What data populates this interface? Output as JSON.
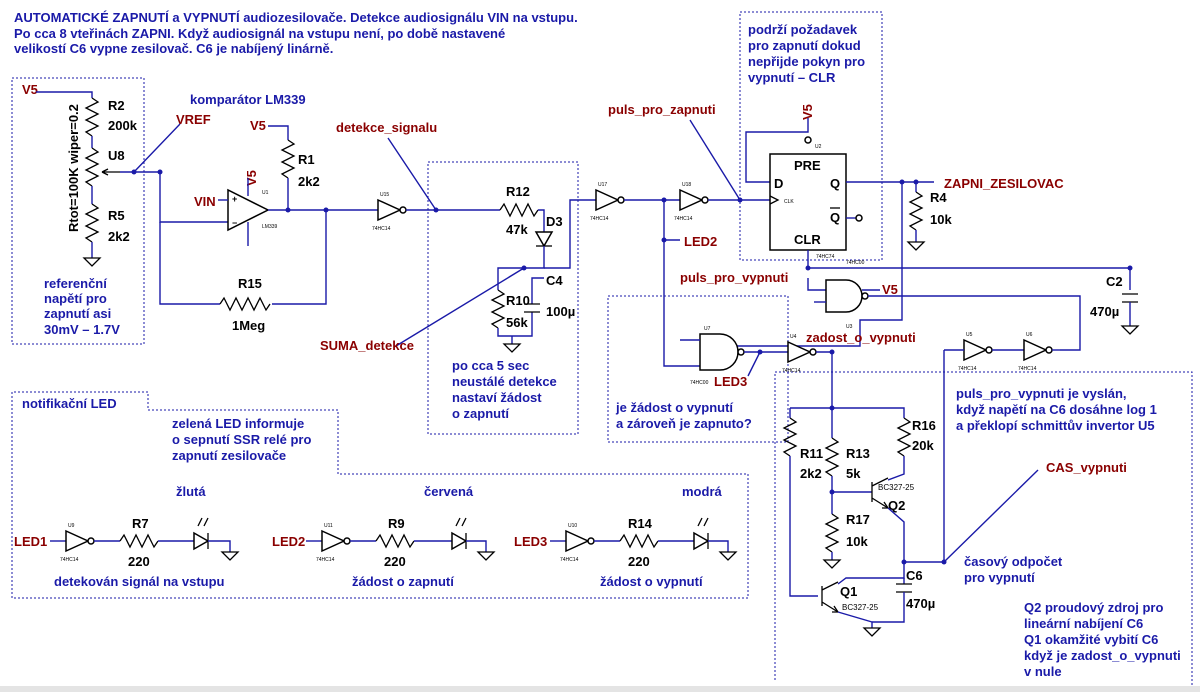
{
  "header": {
    "line1": "AUTOMATICKÉ ZAPNUTÍ a  VYPNUTÍ audiozesilovače. Detekce audiosignálu VIN na vstupu.",
    "line2": "Po cca 8 vteřinách ZAPNI. Když audiosignál na vstupu není, po době  nastavené",
    "line3": "velikostí C6 vypne zesilovač. C6 je nabíjený linárně."
  },
  "notes": {
    "komparator": "komparátor LM339",
    "ref1": "referenční",
    "ref2": "napětí pro",
    "ref3": "zapnutí asi",
    "ref4": "30mV – 1.7V",
    "podrzi1": "podrží požadavek",
    "podrzi2": "pro zapnutí dokud",
    "podrzi3": "nepřijde pokyn pro",
    "podrzi4": "vypnutí – CLR",
    "det1": "po cca 5 sec",
    "det2": "neustálé detekce",
    "det3": "nastaví žádost",
    "det4": "o zapnutí",
    "zad1": "je žádost o vypnutí",
    "zad2": "a zároveň je zapnuto?",
    "pv1": "puls_pro_vypnuti je vyslán,",
    "pv2": "když napětí na C6 dosáhne log 1",
    "pv3": "a překlopí schmittův invertor U5",
    "cas1": "časový odpočet",
    "cas2": "pro vypnutí",
    "q1": "Q2 proudový zdroj pro",
    "q2": "lineární nabíjení C6",
    "q3": "Q1 okamžité vybití C6",
    "q4": "když je zadost_o_vypnuti",
    "q5": "v nule",
    "notif": "notifikační LED",
    "zel1": "zelená LED informuje",
    "zel2": "o sepnutí SSR relé pro",
    "zel3": "zapnutí zesilovače",
    "zluta": "žlutá",
    "cervena": "červená",
    "modra": "modrá",
    "led1desc": "detekován signál na vstupu",
    "led2desc": "žádost o zapnutí",
    "led3desc": "žádost o vypnutí"
  },
  "nets": {
    "v5a": "V5",
    "v5b": "V5",
    "v5c": "V5",
    "v5d": "V5",
    "vref": "VREF",
    "vin": "VIN",
    "detekce": "detekce_signalu",
    "suma": "SUMA_detekce",
    "puls_zap": "puls_pro_zapnuti",
    "puls_vyp": "puls_pro_vypnuti",
    "zapni": "ZAPNI_ZESILOVAC",
    "led1": "LED1",
    "led2": "LED2",
    "led3": "LED3",
    "led2b": "LED2",
    "led3b": "LED3",
    "led1b": "LED1",
    "zadost": "zadost_o_vypnuti",
    "cas": "CAS_vypnuti"
  },
  "components": {
    "r2": "R2",
    "r2v": "200k",
    "u8": "U8",
    "rtot": "Rtot=100K wiper=0.2",
    "r5": "R5",
    "r5v": "2k2",
    "r1": "R1",
    "r1v": "2k2",
    "r15": "R15",
    "r15v": "1Meg",
    "r12": "R12",
    "r12v": "47k",
    "d3": "D3",
    "r10": "R10",
    "r10v": "56k",
    "c4": "C4",
    "c4v": "100µ",
    "r4": "R4",
    "r4v": "10k",
    "c2": "C2",
    "c2v": "470µ",
    "pre": "PRE",
    "clr": "CLR",
    "d": "D",
    "q": "Q",
    "qbar": "Q",
    "r11": "R11",
    "r11v": "2k2",
    "r13": "R13",
    "r13v": "5k",
    "r16": "R16",
    "r16v": "20k",
    "r17": "R17",
    "r17v": "10k",
    "q2": "Q2",
    "q2t": "BC327-25",
    "q1": "Q1",
    "q1t": "BC327-25",
    "c6": "C6",
    "c6v": "470µ",
    "r7": "R7",
    "r7v": "220",
    "r9": "R9",
    "r9v": "220",
    "r14": "R14",
    "r14v": "220"
  },
  "tiny": {
    "u1": "U1",
    "lm": "LM339",
    "u15": "U15",
    "hc": "74HC14",
    "u17": "U17",
    "u18": "U18",
    "u2": "U2",
    "hc74": "74HC74",
    "hc00": "74HC00",
    "u3": "U3",
    "u7": "U7",
    "u4": "U4",
    "u5": "U5",
    "u6": "U6",
    "u9": "U9",
    "u11": "U11",
    "u10": "U10",
    "clk": "CLK"
  }
}
